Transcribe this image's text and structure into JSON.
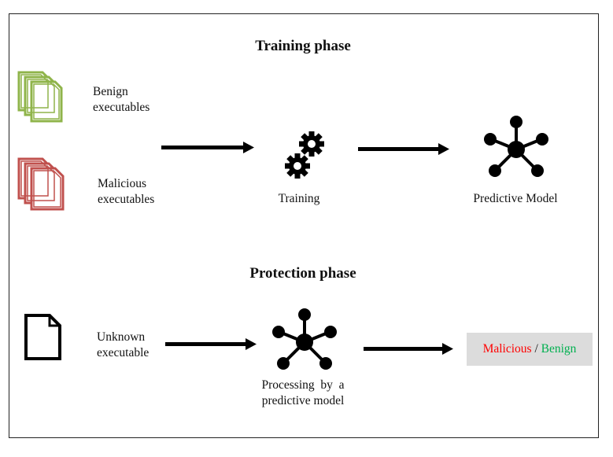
{
  "training": {
    "title": "Training phase",
    "benign": {
      "line1": "Benign",
      "line2": "executables"
    },
    "malicious": {
      "line1": "Malicious",
      "line2": "executables"
    },
    "step_label": "Training",
    "model_label": "Predictive Model"
  },
  "protection": {
    "title": "Protection phase",
    "input": {
      "line1": "Unknown",
      "line2": "executable"
    },
    "process": {
      "line1": "Processing  by  a",
      "line2": "predictive model"
    },
    "result": {
      "malicious": "Malicious",
      "separator": " / ",
      "benign": "Benign"
    }
  },
  "colors": {
    "benign_files": "#8fb44a",
    "malicious_files": "#c0504d",
    "malicious_text": "#ff0000",
    "benign_text": "#00b050",
    "result_bg": "#dcdcdc",
    "arrow": "#000000"
  },
  "icons": {
    "benign_files": "documents-stack-icon",
    "malicious_files": "documents-stack-icon",
    "training": "gears-icon",
    "model": "network-hub-icon",
    "unknown_file": "document-icon"
  }
}
